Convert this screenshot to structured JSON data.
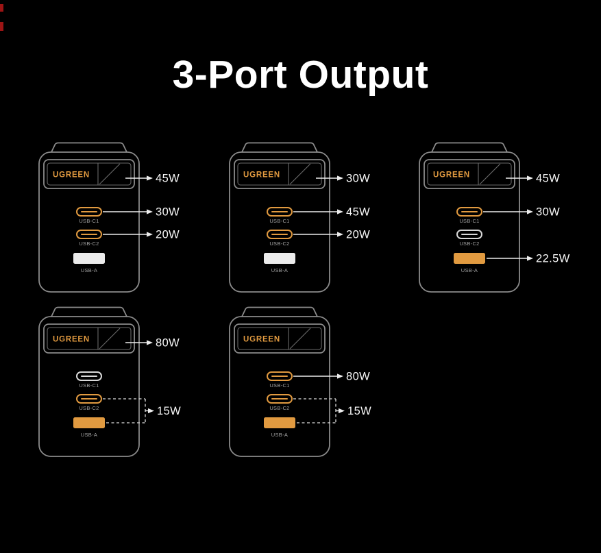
{
  "page": {
    "title": "3-Port Output",
    "background": "#000000"
  },
  "colors": {
    "accent_orange": "#e19a40",
    "port_white": "#ebebeb",
    "port_gray_outline": "#d9d9d9",
    "outline_gray": "#8b8b8b",
    "callout_white": "#f7f7f7"
  },
  "chargers": [
    {
      "brand": "UGREEN",
      "display_callout": "45W",
      "ports": {
        "usb_c1": {
          "label": "USB-C1",
          "color": "#e19a40",
          "callout": "30W"
        },
        "usb_c2": {
          "label": "USB-C2",
          "color": "#e19a40",
          "callout": "20W"
        },
        "usb_a": {
          "label": "USB-A",
          "color": "#ebebeb"
        }
      }
    },
    {
      "brand": "UGREEN",
      "display_callout": "30W",
      "ports": {
        "usb_c1": {
          "label": "USB-C1",
          "color": "#e19a40",
          "callout": "45W"
        },
        "usb_c2": {
          "label": "USB-C2",
          "color": "#e19a40",
          "callout": "20W"
        },
        "usb_a": {
          "label": "USB-A",
          "color": "#ebebeb"
        }
      }
    },
    {
      "brand": "UGREEN",
      "display_callout": "45W",
      "ports": {
        "usb_c1": {
          "label": "USB-C1",
          "color": "#e19a40",
          "callout": "30W"
        },
        "usb_c2": {
          "label": "USB-C2",
          "color": "#d9d9d9"
        },
        "usb_a": {
          "label": "USB-A",
          "color": "#e19a40",
          "callout": "22.5W"
        }
      }
    },
    {
      "brand": "UGREEN",
      "display_callout": "80W",
      "group_callout": "15W",
      "ports": {
        "usb_c1": {
          "label": "USB-C1",
          "color": "#d9d9d9"
        },
        "usb_c2": {
          "label": "USB-C2",
          "color": "#e19a40"
        },
        "usb_a": {
          "label": "USB-A",
          "color": "#e19a40"
        }
      }
    },
    {
      "brand": "UGREEN",
      "group_callout": "15W",
      "ports": {
        "usb_c1": {
          "label": "USB-C1",
          "color": "#e19a40",
          "callout": "80W"
        },
        "usb_c2": {
          "label": "USB-C2",
          "color": "#e19a40"
        },
        "usb_a": {
          "label": "USB-A",
          "color": "#e19a40"
        }
      }
    }
  ]
}
